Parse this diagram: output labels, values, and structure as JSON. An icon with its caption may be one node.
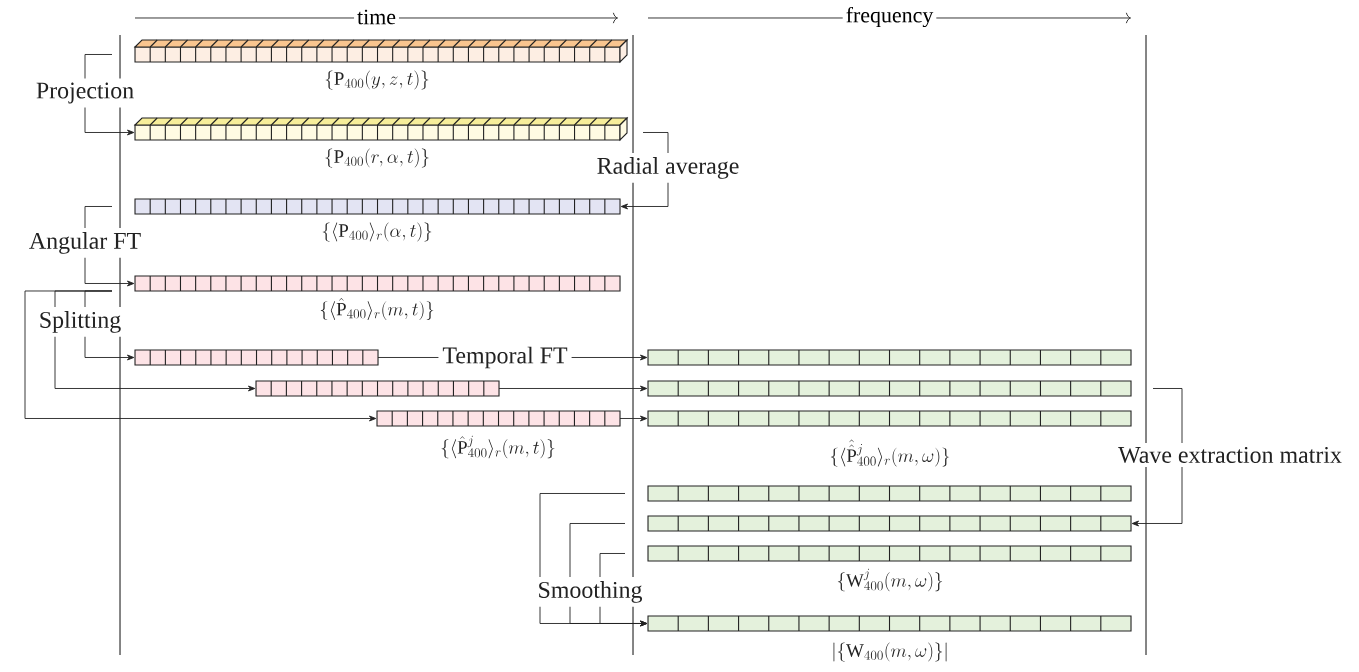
{
  "diagram": {
    "nodes": [
      {
        "text": [],
        "shape": "bar",
        "beside": [
          "\\{\\mathrm{P}_{400}(y,z,t)\\}"
        ]
      },
      {
        "text": [],
        "shape": "bar",
        "beside": [
          "\\{\\mathrm{P}_{400}(r,\\alpha,t)\\}"
        ]
      },
      {
        "text": [],
        "shape": "bar",
        "beside": [
          "\\{\\langle\\mathrm{P}_{400}\\rangle_{r}(\\alpha,t)\\}"
        ]
      },
      {
        "text": [],
        "shape": "bar",
        "beside": [
          "\\{\\langle\\hat{\\mathrm{P}}_{400}\\rangle_{r}(m,t)\\}"
        ]
      },
      {
        "text": [],
        "shape": "bar"
      },
      {
        "text": [],
        "shape": "bar"
      },
      {
        "text": [],
        "shape": "bar",
        "beside": [
          "\\{\\langle\\hat{\\mathrm{P}}{}^{j}_{400}\\rangle_{r}(m,t)\\}"
        ]
      },
      {
        "text": [],
        "shape": "bar"
      },
      {
        "text": [],
        "shape": "bar"
      },
      {
        "text": [],
        "shape": "bar",
        "beside": [
          "\\{\\langle\\hat{\\hat{\\mathrm{P}}}{}^{j}_{400}\\rangle_{r}(m,\\omega)\\}"
        ]
      },
      {
        "text": [],
        "shape": "bar"
      },
      {
        "text": [],
        "shape": "bar"
      },
      {
        "text": [],
        "shape": "bar",
        "beside": [
          "\\{\\mathrm{W}^{j}_{400}(m,\\omega)\\}"
        ]
      },
      {
        "text": [],
        "shape": "bar",
        "beside": [
          "|\\{\\mathrm{W}_{400}(m,\\omega)\\}|"
        ]
      }
    ],
    "edges": [
      {
        "from": 0,
        "to": 1,
        "arrow": "to",
        "label": "Projection"
      },
      {
        "from": 1,
        "to": 2,
        "arrow": "to",
        "label": "Radial average"
      },
      {
        "from": 2,
        "to": 3,
        "arrow": "to",
        "label": "Angular FT"
      },
      {
        "from": 3,
        "to": 4,
        "arrow": "to",
        "label": "Splitting"
      },
      {
        "from": 3,
        "to": 5,
        "arrow": "to"
      },
      {
        "from": 3,
        "to": 6,
        "arrow": "to"
      },
      {
        "from": 4,
        "to": 7,
        "arrow": "to",
        "label": "Temporal FT"
      },
      {
        "from": 5,
        "to": 8,
        "arrow": "to"
      },
      {
        "from": 6,
        "to": 9,
        "arrow": "to"
      },
      {
        "from": 8,
        "to": 11,
        "arrow": "to",
        "label": "Wave extraction matrix"
      },
      {
        "from": 10,
        "to": 13,
        "arrow": "to",
        "label": "Smoothing"
      },
      {
        "from": 11,
        "to": 13,
        "arrow": "to"
      },
      {
        "from": 12,
        "to": 13,
        "arrow": "to"
      }
    ],
    "labels": [
      "time",
      "frequency"
    ]
  }
}
